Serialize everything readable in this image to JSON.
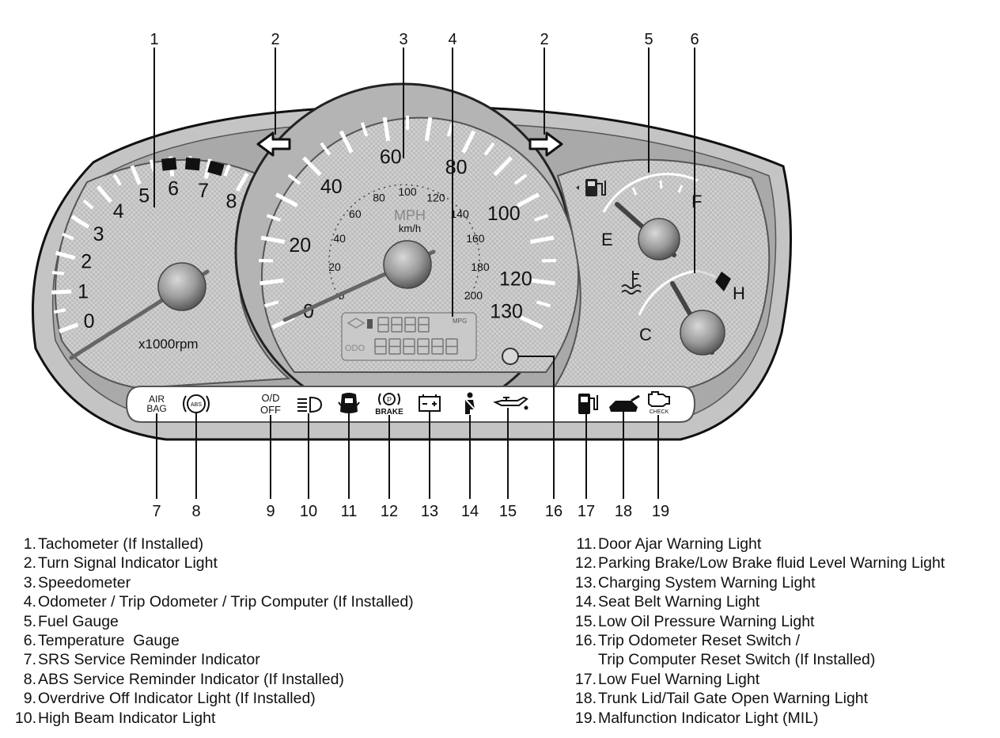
{
  "callouts": [
    {
      "id": "c1",
      "text": "1"
    },
    {
      "id": "c2a",
      "text": "2"
    },
    {
      "id": "c3",
      "text": "3"
    },
    {
      "id": "c4",
      "text": "4"
    },
    {
      "id": "c2b",
      "text": "2"
    },
    {
      "id": "c5",
      "text": "5"
    },
    {
      "id": "c6",
      "text": "6"
    },
    {
      "id": "c7",
      "text": "7"
    },
    {
      "id": "c8",
      "text": "8"
    },
    {
      "id": "c9",
      "text": "9"
    },
    {
      "id": "c10",
      "text": "10"
    },
    {
      "id": "c11",
      "text": "11"
    },
    {
      "id": "c12",
      "text": "12"
    },
    {
      "id": "c13",
      "text": "13"
    },
    {
      "id": "c14",
      "text": "14"
    },
    {
      "id": "c15",
      "text": "15"
    },
    {
      "id": "c16",
      "text": "16"
    },
    {
      "id": "c17",
      "text": "17"
    },
    {
      "id": "c18",
      "text": "18"
    },
    {
      "id": "c19",
      "text": "19"
    }
  ],
  "tachometer": {
    "labels": [
      "0",
      "1",
      "2",
      "3",
      "4",
      "5",
      "6",
      "7",
      "8"
    ],
    "unit": "x1000rpm"
  },
  "speedometer": {
    "outer_labels": [
      "0",
      "20",
      "40",
      "60",
      "80",
      "100",
      "120",
      "130"
    ],
    "inner_labels": [
      "0",
      "20",
      "40",
      "60",
      "80",
      "100",
      "120",
      "140",
      "160",
      "180",
      "200"
    ],
    "unit_mph": "MPH",
    "unit_kmh": "km/h",
    "lcd_mpg": "MPG",
    "lcd_odo": "ODO"
  },
  "fuel_gauge": {
    "empty": "E",
    "full": "F"
  },
  "temp_gauge": {
    "cold": "C",
    "hot": "H"
  },
  "indicator_texts": {
    "airbag_top": "AIR",
    "airbag_bottom": "BAG",
    "abs": "ABS",
    "od_top": "O/D",
    "od_bottom": "OFF",
    "brake": "BRAKE",
    "brake_p": "P",
    "check": "CHECK"
  },
  "legend": {
    "left": [
      {
        "num": "1.",
        "text": "Tachometer (If Installed)"
      },
      {
        "num": "2.",
        "text": "Turn Signal Indicator Light"
      },
      {
        "num": "3.",
        "text": "Speedometer"
      },
      {
        "num": "4.",
        "text": "Odometer / Trip Odometer / Trip Computer (If Installed)"
      },
      {
        "num": "5.",
        "text": "Fuel Gauge"
      },
      {
        "num": "6.",
        "text": "Temperature  Gauge"
      },
      {
        "num": "7.",
        "text": "SRS Service Reminder Indicator"
      },
      {
        "num": "8.",
        "text": "ABS Service Reminder Indicator (If Installed)"
      },
      {
        "num": "9.",
        "text": "Overdrive Off Indicator Light (If Installed)"
      },
      {
        "num": "10.",
        "text": "High Beam Indicator Light"
      }
    ],
    "right": [
      {
        "num": "11.",
        "text": "Door Ajar Warning Light"
      },
      {
        "num": "12.",
        "text": "Parking Brake/Low Brake fluid Level Warning Light"
      },
      {
        "num": "13.",
        "text": "Charging System Warning Light"
      },
      {
        "num": "14.",
        "text": "Seat Belt Warning Light"
      },
      {
        "num": "15.",
        "text": "Low Oil Pressure Warning Light"
      },
      {
        "num": "16.",
        "text": "Trip Odometer Reset Switch /"
      },
      {
        "num": "",
        "text": "Trip Computer Reset Switch (If Installed)"
      },
      {
        "num": "17.",
        "text": "Low Fuel Warning Light"
      },
      {
        "num": "18.",
        "text": "Trunk Lid/Tail Gate Open Warning Light"
      },
      {
        "num": "19.",
        "text": "Malfunction Indicator Light (MIL)"
      }
    ]
  }
}
